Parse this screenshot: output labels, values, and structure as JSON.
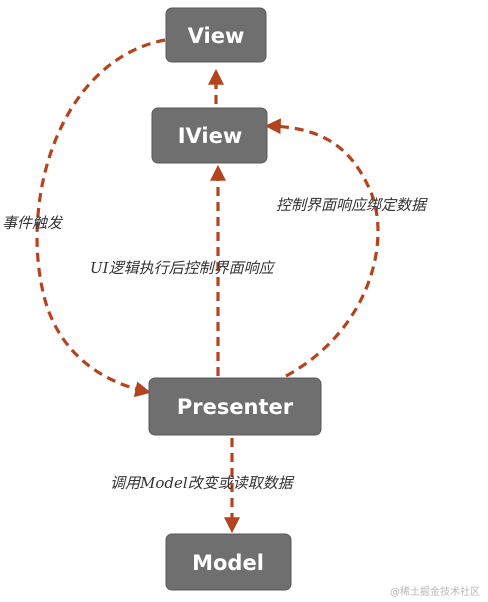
{
  "nodes": {
    "view": "View",
    "iview": "IView",
    "presenter": "Presenter",
    "model": "Model"
  },
  "edges": {
    "event_trigger": "事件触发",
    "bind_data": "控制界面响应绑定数据",
    "ui_logic": "UI逻辑执行后控制界面响应",
    "call_model": "调用Model改变或读取数据"
  },
  "colors": {
    "node_fill": "#6f6f6f",
    "edge_stroke": "#b5441e"
  },
  "watermark": "@稀土掘金技术社区"
}
